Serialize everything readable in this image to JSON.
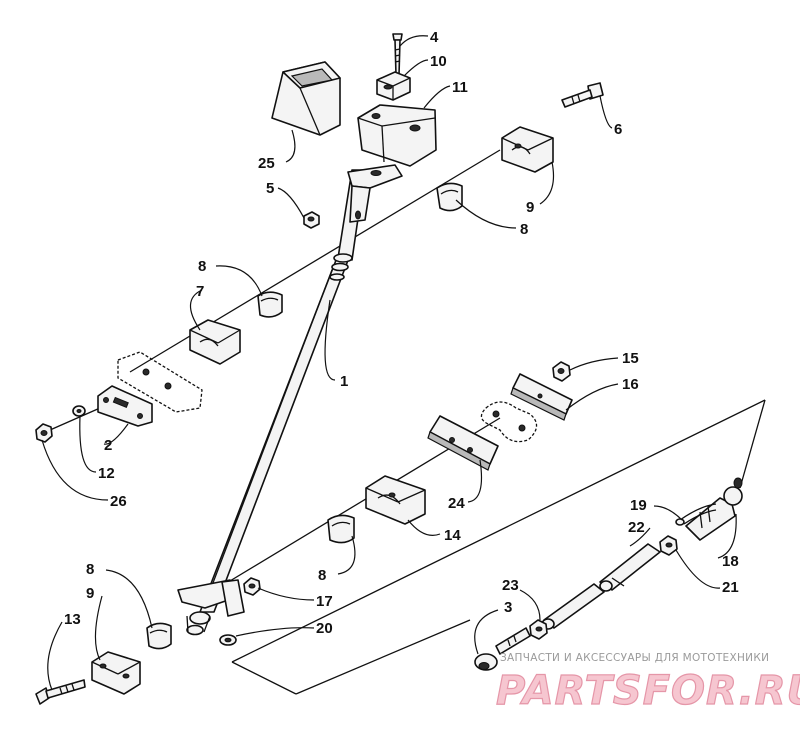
{
  "callouts": [
    {
      "id": "c1",
      "label": "1"
    },
    {
      "id": "c2",
      "label": "2"
    },
    {
      "id": "c3",
      "label": "3"
    },
    {
      "id": "c4",
      "label": "4"
    },
    {
      "id": "c5",
      "label": "5"
    },
    {
      "id": "c6",
      "label": "6"
    },
    {
      "id": "c7",
      "label": "7"
    },
    {
      "id": "c8a",
      "label": "8"
    },
    {
      "id": "c8b",
      "label": "8"
    },
    {
      "id": "c8c",
      "label": "8"
    },
    {
      "id": "c8d",
      "label": "8"
    },
    {
      "id": "c9a",
      "label": "9"
    },
    {
      "id": "c9b",
      "label": "9"
    },
    {
      "id": "c10",
      "label": "10"
    },
    {
      "id": "c11",
      "label": "11"
    },
    {
      "id": "c12",
      "label": "12"
    },
    {
      "id": "c13",
      "label": "13"
    },
    {
      "id": "c14",
      "label": "14"
    },
    {
      "id": "c15",
      "label": "15"
    },
    {
      "id": "c16",
      "label": "16"
    },
    {
      "id": "c17",
      "label": "17"
    },
    {
      "id": "c18",
      "label": "18"
    },
    {
      "id": "c19",
      "label": "19"
    },
    {
      "id": "c20",
      "label": "20"
    },
    {
      "id": "c21",
      "label": "21"
    },
    {
      "id": "c22",
      "label": "22"
    },
    {
      "id": "c23",
      "label": "23"
    },
    {
      "id": "c24",
      "label": "24"
    },
    {
      "id": "c25",
      "label": "25"
    },
    {
      "id": "c26",
      "label": "26"
    }
  ],
  "watermark": {
    "tagline": "ЗАПЧАСТИ И АКСЕССУАРЫ ДЛЯ МОТОТЕХНИКИ",
    "logo": "PARTSFOR.RU"
  }
}
